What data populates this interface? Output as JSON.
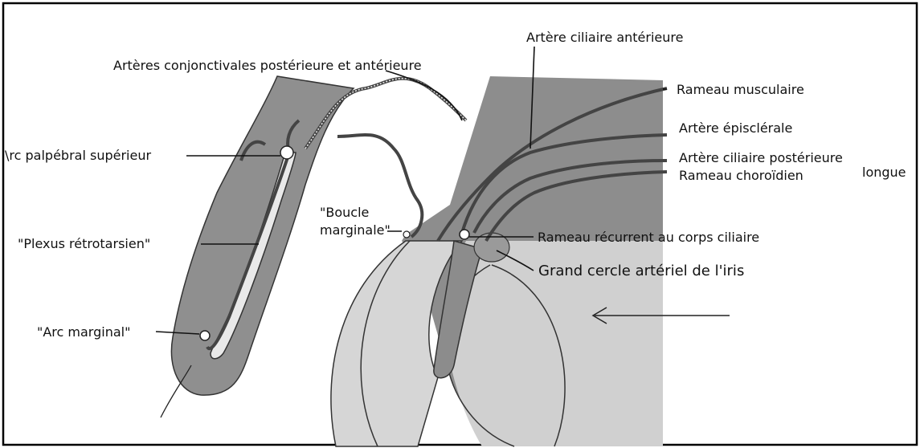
{
  "labels": {
    "ciliaire_anterieure": "Artère ciliaire antérieure",
    "conjonctivales": "Artères conjonctivales postérieure et antérieure",
    "rameau_musculaire": "Rameau musculaire",
    "arc_palpebral": "\\rc palpébral supérieur",
    "episclerale": "Artère épisclérale",
    "ciliaire_posterieure": "Artère ciliaire postérieure",
    "longue": "longue",
    "rameau_choroidien": "Rameau choroïdien",
    "boucle_1": "\"Boucle",
    "boucle_2": "marginale\"",
    "plexus": "\"Plexus rétrotarsien\"",
    "rameau_recurrent": "Rameau récurrent au corps ciliaire",
    "grand_cercle": "Grand cercle artériel de l'iris",
    "arc_marginal": "\"Arc marginal\""
  },
  "colors": {
    "tissue": "#8f8f8f",
    "sclera": "#d9d9d9",
    "frame": "#000000"
  }
}
